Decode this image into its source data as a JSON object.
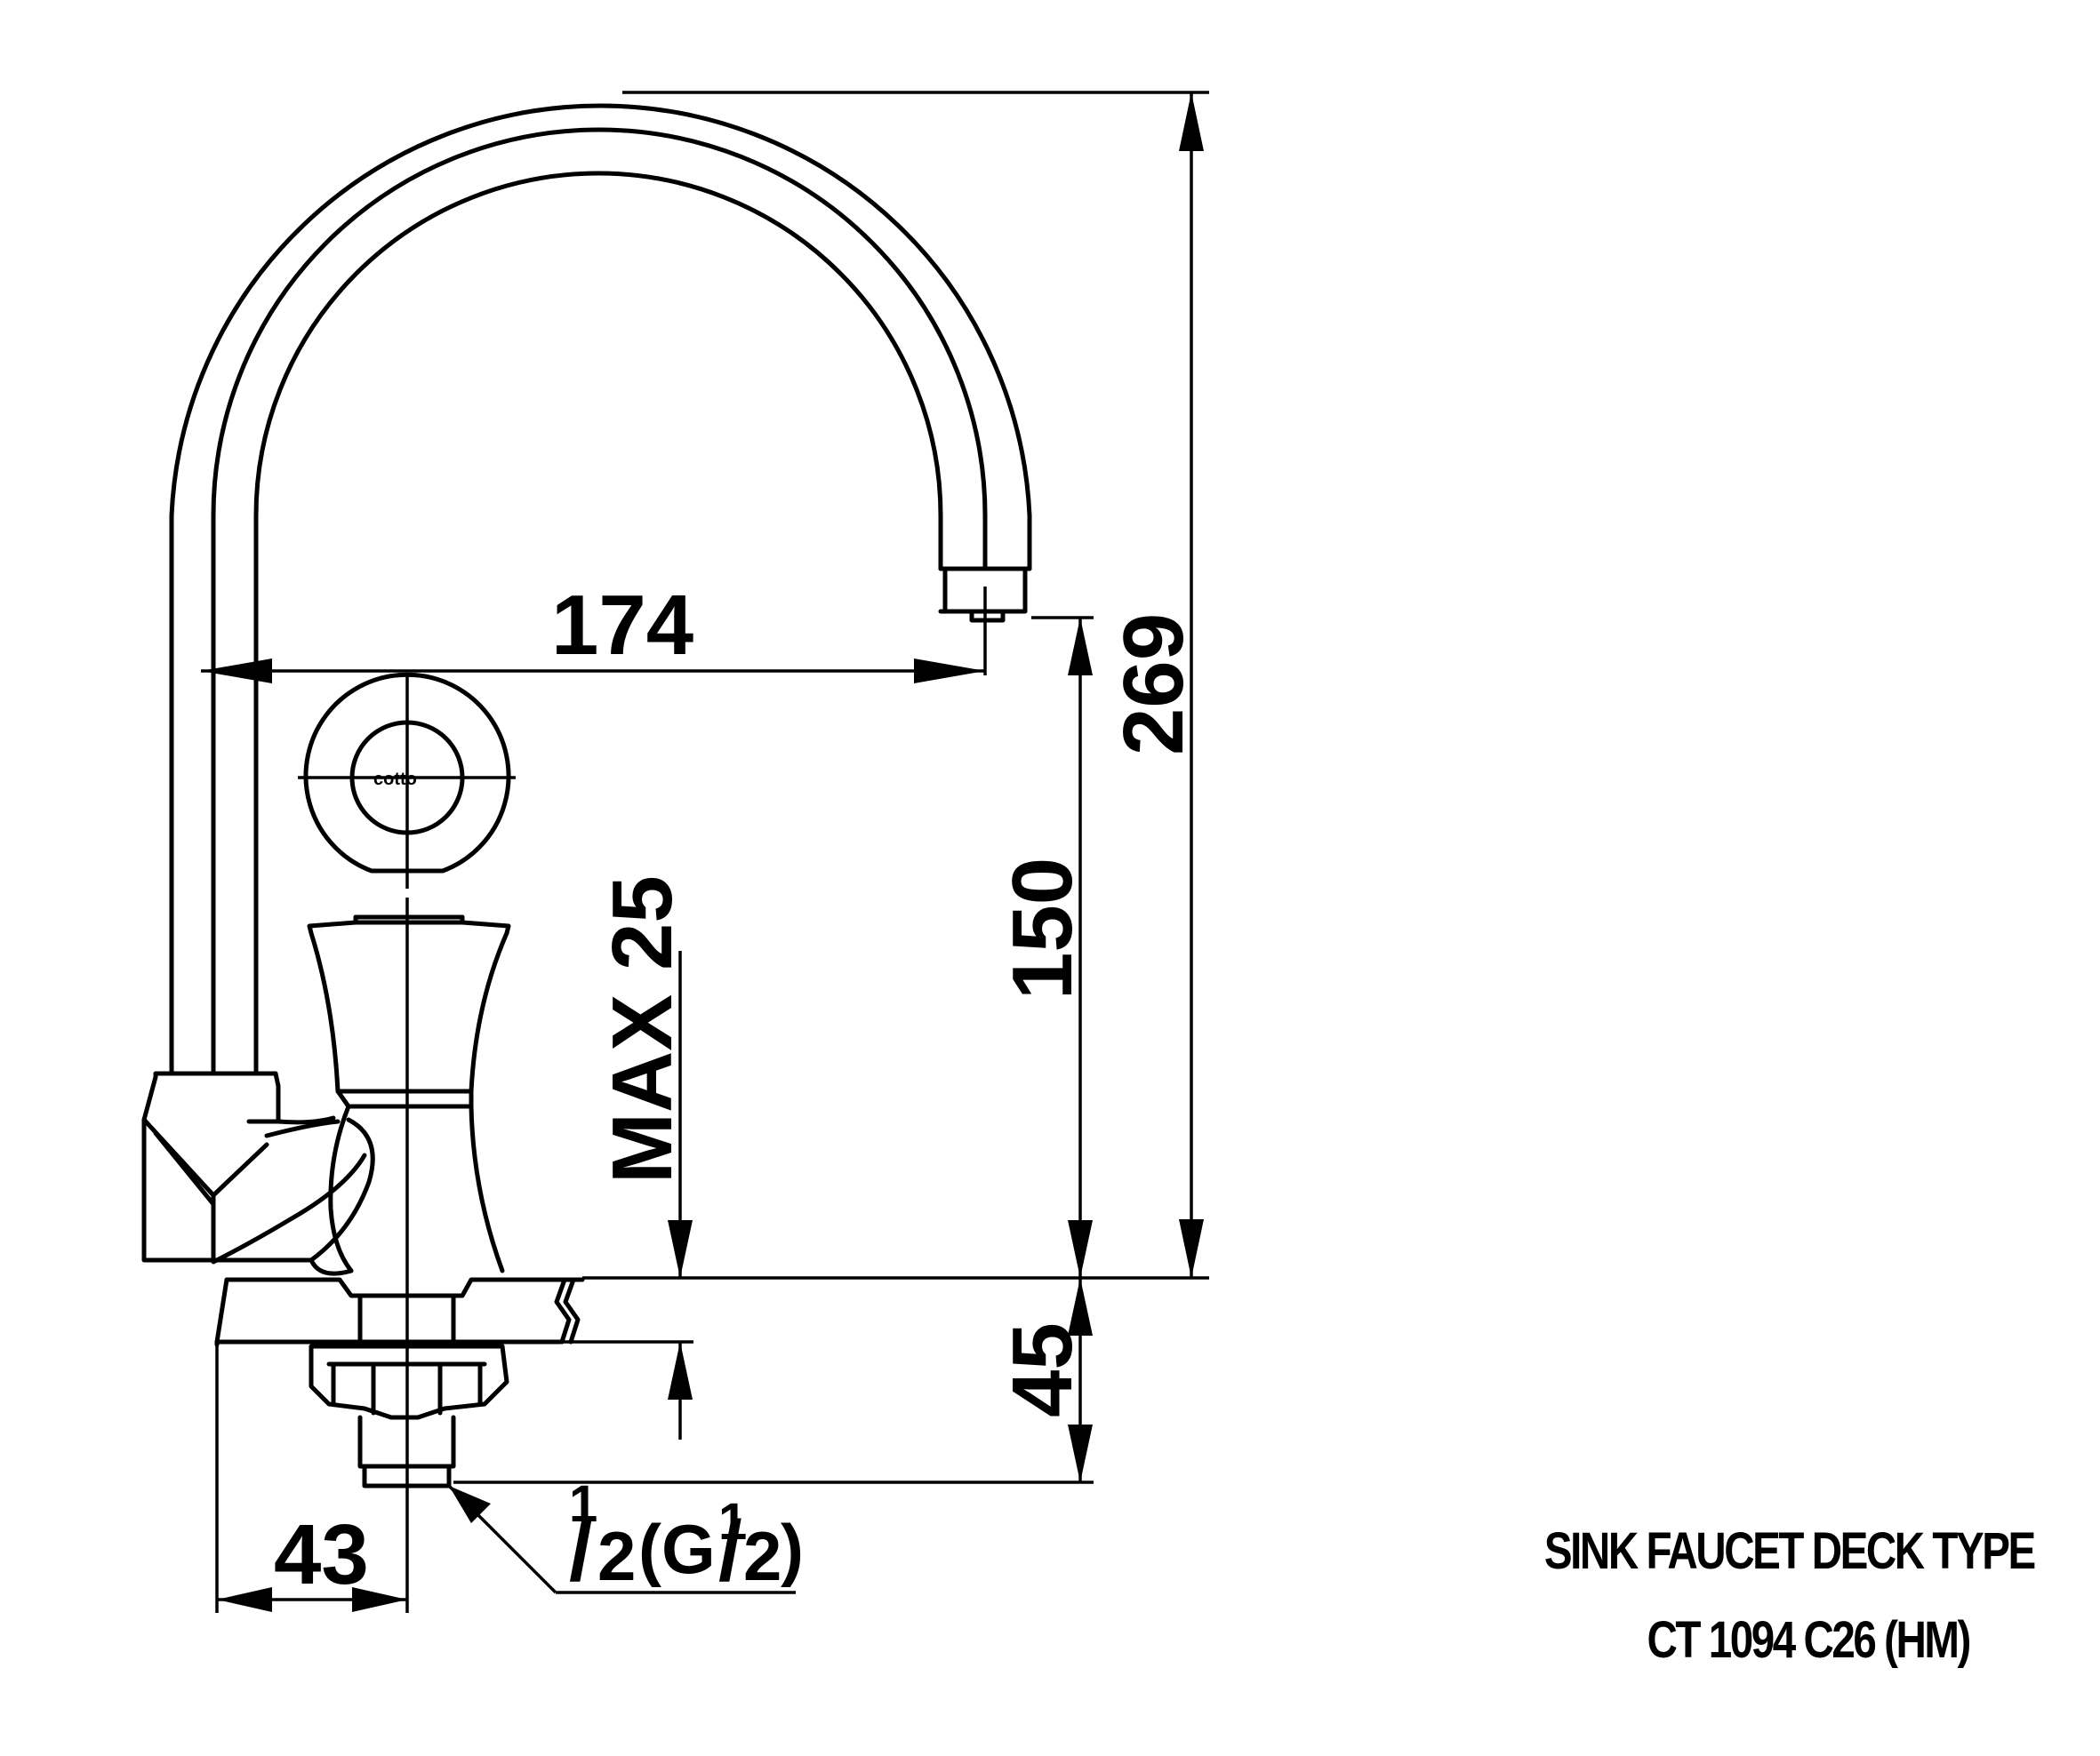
{
  "title": {
    "product": "SINK FAUCET DECK TYPE",
    "model": "CT 1094 C26 (HM)"
  },
  "dimensions": {
    "reach": "174",
    "total_height": "269",
    "spout_height": "150",
    "below_deck": "45",
    "deck_thickness": "MAX 25",
    "base_offset": "43",
    "thread_numerator": "1",
    "thread_slash": "/",
    "thread_denominator": "2",
    "thread_spec": "(G",
    "thread_spec_num": "1",
    "thread_spec_slash": "/",
    "thread_spec_den": "2",
    "thread_spec_close": ")"
  },
  "handle_logo": "cotto"
}
